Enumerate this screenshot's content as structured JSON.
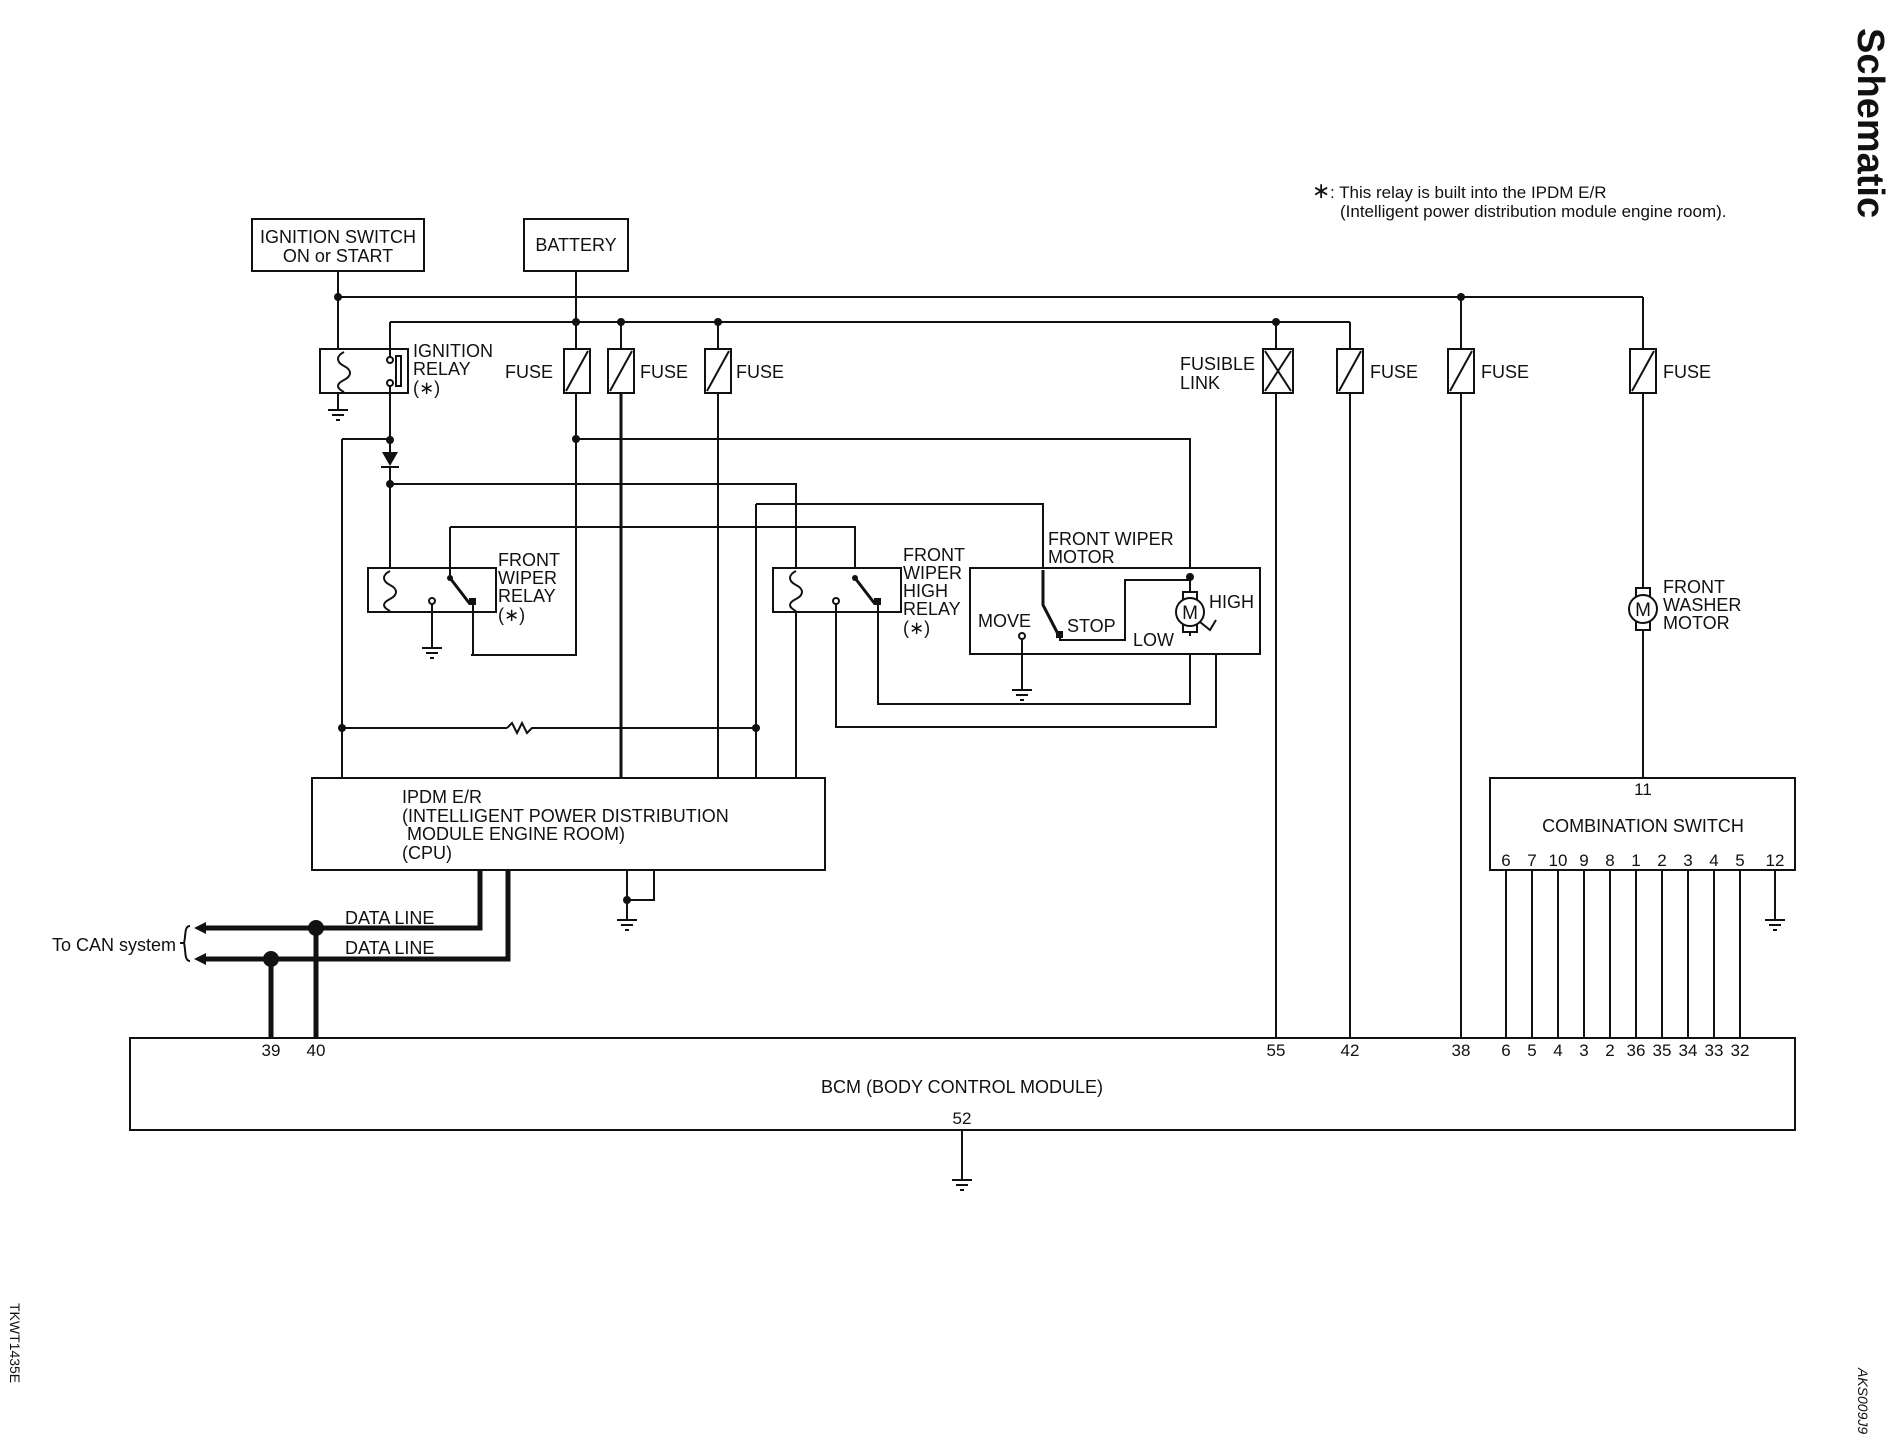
{
  "page": {
    "title": "Schematic",
    "code_left": "TKWT1435E",
    "code_right": "AKS009J9"
  },
  "note": {
    "star": "∗",
    "line1": ": This relay is built into the IPDM E/R",
    "line2": "(Intelligent power distribution module engine room)."
  },
  "sources": {
    "ignition_line1": "IGNITION SWITCH",
    "ignition_line2": "ON or START",
    "battery": "BATTERY"
  },
  "fuses": {
    "fuse_label": "FUSE",
    "fusible_line1": "FUSIBLE",
    "fusible_line2": "LINK"
  },
  "relays": {
    "ignition": [
      "IGNITION",
      "RELAY",
      "(∗)"
    ],
    "front_wiper": [
      "FRONT",
      "WIPER",
      "RELAY",
      "(∗)"
    ],
    "front_wiper_high": [
      "FRONT",
      "WIPER",
      "HIGH",
      "RELAY",
      "(∗)"
    ]
  },
  "wiper_motor": {
    "title_line1": "FRONT WIPER",
    "title_line2": "MOTOR",
    "move": "MOVE",
    "stop": "STOP",
    "low": "LOW",
    "high": "HIGH",
    "m": "M"
  },
  "washer_motor": {
    "lines": [
      "FRONT",
      "WASHER",
      "MOTOR"
    ],
    "m": "M"
  },
  "ipdm": {
    "lines": [
      "IPDM E/R",
      "(INTELLIGENT POWER DISTRIBUTION",
      " MODULE ENGINE ROOM)",
      "(CPU)"
    ]
  },
  "can": {
    "data_line": "DATA LINE",
    "to_can": "To CAN system"
  },
  "combination_switch": {
    "label": "COMBINATION SWITCH",
    "top_pin": "11",
    "pins": [
      "6",
      "7",
      "10",
      "9",
      "8",
      "1",
      "2",
      "3",
      "4",
      "5",
      "12"
    ]
  },
  "bcm": {
    "label": "BCM (BODY CONTROL MODULE)",
    "ground_pin": "52",
    "pins_left": [
      "39",
      "40"
    ],
    "pins_right": [
      "55",
      "42",
      "38",
      "6",
      "5",
      "4",
      "3",
      "2",
      "36",
      "35",
      "34",
      "33",
      "32"
    ]
  }
}
